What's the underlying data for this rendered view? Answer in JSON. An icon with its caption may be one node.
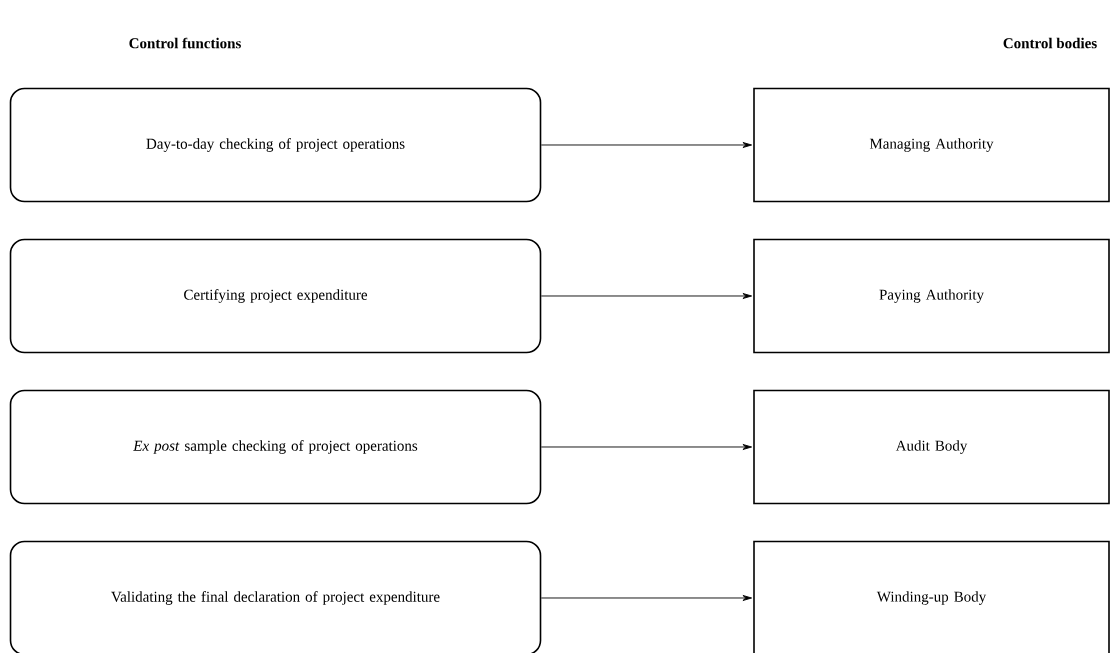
{
  "diagram": {
    "nodes": [
      {
        "text": [
          "Day-to-day checking of project operations"
        ]
      },
      {
        "text": [
          "Certifying project expenditure"
        ]
      },
      {
        "text": [
          "*Ex post* sample checking of project operations"
        ]
      },
      {
        "text": [
          "Validating the final declaration of project expenditure"
        ]
      },
      {
        "text": [
          "Managing Authority"
        ]
      },
      {
        "text": [
          "Paying Authority"
        ]
      },
      {
        "text": [
          "Audit Body"
        ]
      },
      {
        "text": [
          "Winding-up Body"
        ]
      }
    ],
    "edges": [
      {
        "from": 0,
        "to": 4,
        "arrow": "to"
      },
      {
        "from": 1,
        "to": 5,
        "arrow": "to"
      },
      {
        "from": 2,
        "to": 6,
        "arrow": "to"
      },
      {
        "from": 3,
        "to": 7,
        "arrow": "to"
      }
    ],
    "labels": [
      "Control functions",
      "Control bodies"
    ]
  }
}
